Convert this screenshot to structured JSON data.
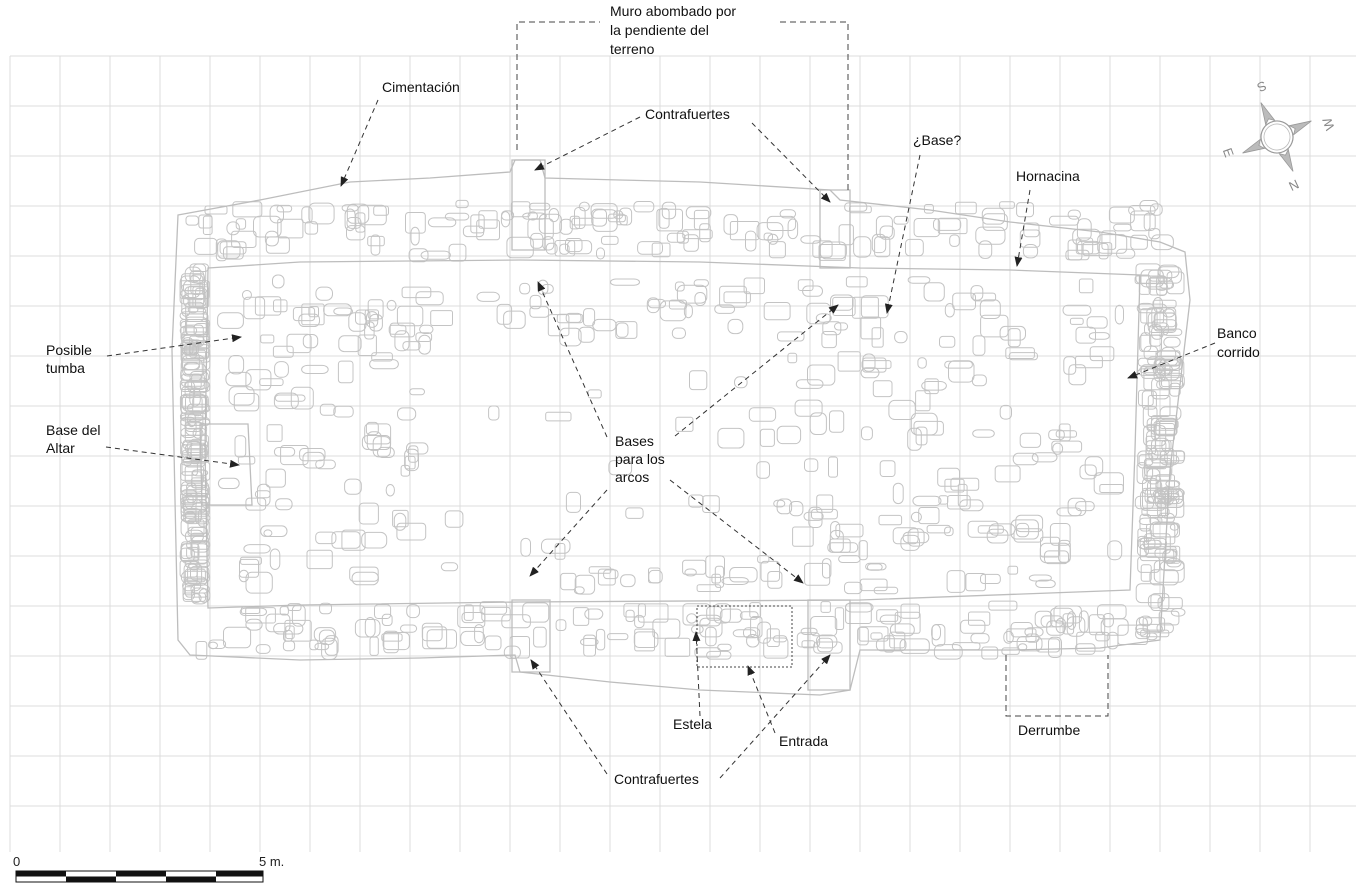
{
  "labels": {
    "muro_line1": "Muro abombado por",
    "muro_line2": "la pendiente del",
    "muro_line3": "terreno",
    "cimentacion": "Cimentación",
    "contrafuertes_top": "Contrafuertes",
    "base_q": "¿Base?",
    "hornacina": "Hornacina",
    "posible_line1": "Posible",
    "posible_line2": "tumba",
    "banco_line1": "Banco",
    "banco_line2": "corrido",
    "altar_line1": "Base del",
    "altar_line2": "Altar",
    "bases_line1": "Bases",
    "bases_line2": "para los",
    "bases_line3": "arcos",
    "estela": "Estela",
    "entrada": "Entrada",
    "derrumbe": "Derrumbe",
    "contrafuertes_bottom": "Contrafuertes"
  },
  "scale": {
    "zero": "0",
    "end": "5 m."
  },
  "compass": {
    "north": "N",
    "south": "S",
    "east": "E",
    "west": "W",
    "icon": "compass-rose"
  },
  "colors": {
    "grid": "#dcdcdc",
    "stone": "#c4c4c4",
    "annotation": "#333333"
  }
}
